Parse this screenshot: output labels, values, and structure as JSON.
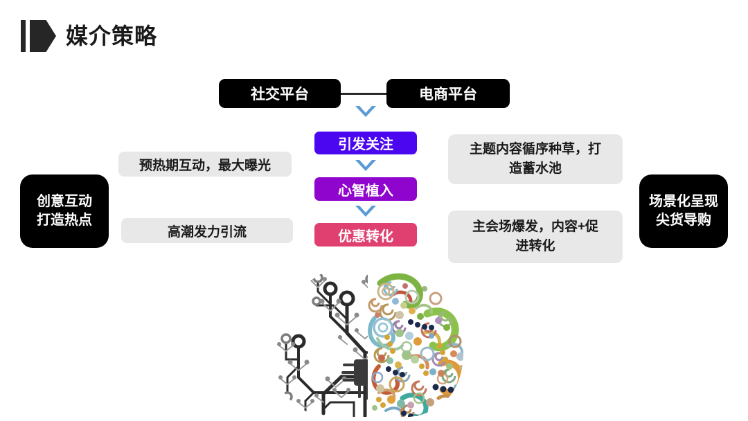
{
  "slide": {
    "title": "媒介策略",
    "title_icon": "bar-pentagon-arrow-icon",
    "background_color": "#ffffff"
  },
  "platforms": [
    {
      "label": "社交平台",
      "name": "social-platform",
      "color": "#000000"
    },
    {
      "label": "电商平台",
      "name": "ecommerce-platform",
      "color": "#000000"
    }
  ],
  "connector": {
    "name": "platform-connector-line",
    "color": "#2b2b2b"
  },
  "arrows": [
    {
      "name": "chevron-down-icon-top",
      "color": "#5b9bd5"
    },
    {
      "name": "chevron-down-icon-stage1",
      "color": "#5b9bd5"
    },
    {
      "name": "chevron-down-icon-stage2",
      "color": "#5b9bd5"
    }
  ],
  "stages": [
    {
      "label": "引发关注",
      "color": "#4a07f0"
    },
    {
      "label": "心智植入",
      "color": "#8f05cd"
    },
    {
      "label": "优惠转化",
      "color": "#df4070"
    }
  ],
  "left_brand": {
    "line1": "创意互动",
    "line2": "打造热点",
    "color": "#000000"
  },
  "right_brand": {
    "line1": "场景化呈现",
    "line2": "尖货导购",
    "color": "#000000"
  },
  "left_notes": [
    {
      "text": "预热期互动，最大曝光",
      "color": "#e8e8e8"
    },
    {
      "text": "高潮发力引流",
      "color": "#e8e8e8"
    }
  ],
  "right_notes": [
    {
      "line1": "主题内容循序种草，打",
      "line2": "造蓄水池",
      "color": "#e8e8e8"
    },
    {
      "line1": "主会场爆发，内容+促",
      "line2": "进转化",
      "color": "#e8e8e8"
    }
  ],
  "illustration": {
    "name": "brain-circuit-paisley-illustration",
    "left_half": "circuit-board-brain",
    "right_half": "colorful-paisley-brain"
  }
}
